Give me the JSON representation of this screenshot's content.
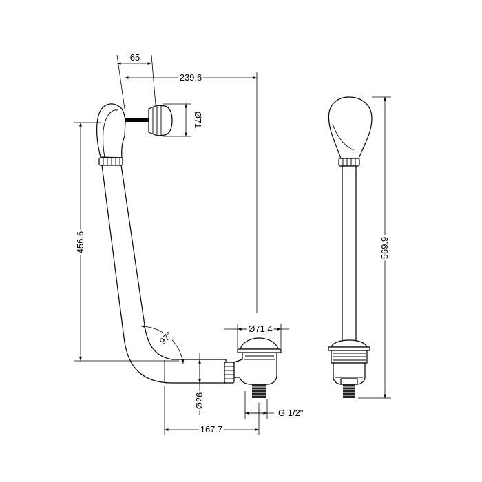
{
  "drawing": {
    "dimensions": {
      "overflow_offset": "65",
      "overflow_reach": "239.6",
      "overflow_diameter": "Ø71",
      "side_height": "456.6",
      "bend_angle": "97°",
      "waste_diameter": "Ø71.4",
      "pipe_diameter": "Ø26",
      "waste_thread": "G 1/2\"",
      "waste_horizontal": "167.7",
      "front_height": "569.9"
    }
  }
}
